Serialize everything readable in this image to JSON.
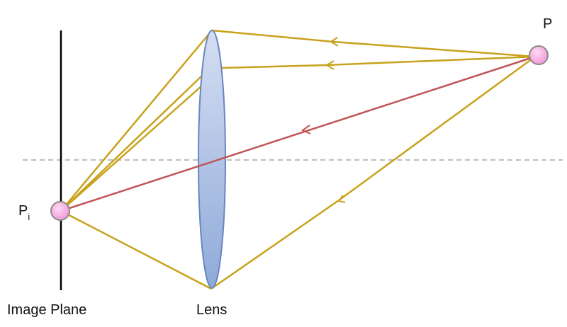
{
  "labels": {
    "point_object": "P",
    "point_image_main": "P",
    "point_image_sub": "i",
    "image_plane": "Image Plane",
    "lens": "Lens"
  },
  "colors": {
    "ray": "#c8a21a",
    "chief_ray": "#c25555",
    "axis": "#bdbdbd",
    "plane": "#000000",
    "point_fill": "#f4a6df",
    "point_stroke": "#8a8a8a",
    "lens_fill_top": "#c9d6ef",
    "lens_fill_bottom": "#8fa9dc",
    "lens_stroke": "#6a86c0"
  }
}
